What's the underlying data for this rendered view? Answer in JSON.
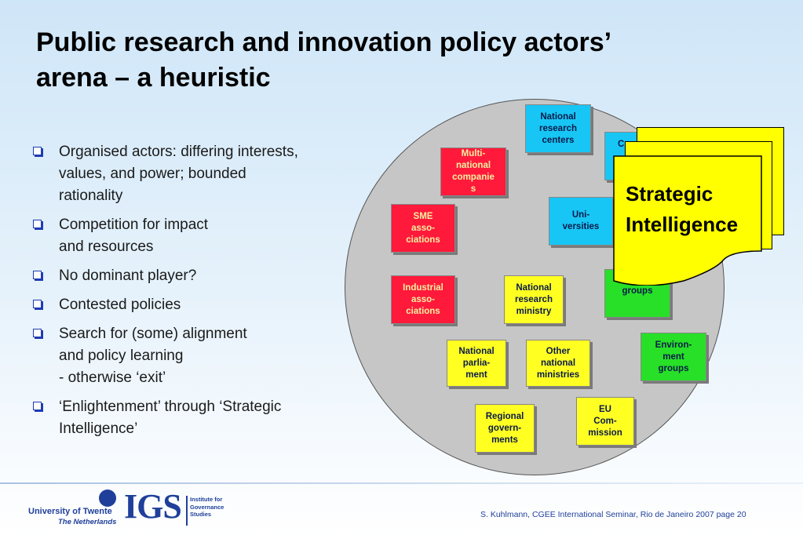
{
  "slide": {
    "title": "Public research and innovation policy actors’\narena – a  heuristic",
    "bullets": [
      "Organised actors: differing interests,\nvalues, and power; bounded\nrationality",
      "Competition for impact\nand resources",
      "No dominant player?",
      "Contested policies",
      "Search for (some) alignment\nand policy learning\n- otherwise ‘exit’",
      "‘Enlightenment’ through ‘Strategic\nIntelligence’"
    ]
  },
  "actors": {
    "national_research_centers": "National\nresearch\ncenters",
    "multinational_companies": "Multi-\nnational\ncompanie\ns",
    "consultants_partial": "C",
    "sme_associations": "SME\nasso-\nciations",
    "universities": "Uni-\nversities",
    "industrial_associations": "Industrial\nasso-\nciations",
    "national_research_ministry": "National\nresearch\nministry",
    "groups": "groups",
    "national_parliament": "National\nparlia-\nment",
    "other_national_ministries": "Other\nnational\nministries",
    "environment_groups": "Environ-\nment\ngroups",
    "regional_governments": "Regional\ngovern-\nments",
    "eu_commission": "EU\nCom-\nmission"
  },
  "strategic_intelligence": "Strategic\nIntelligence",
  "footer": {
    "university_name": "University of Twente",
    "university_country": "The Netherlands",
    "igs_mark": "IGS",
    "igs_full": "Institute for\nGovernance\nStudies",
    "citation": "S. Kuhlmann, CGEE International Seminar, Rio de Janeiro 2007  page 20"
  },
  "colors": {
    "red": "#ff1a3c",
    "blue": "#17c6f5",
    "yellow": "#ffff22",
    "green": "#27e027",
    "brand_blue": "#1f3f9a"
  }
}
